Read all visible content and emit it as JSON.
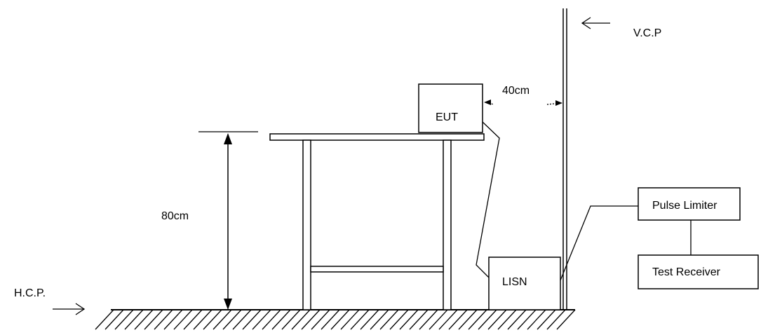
{
  "labels": {
    "vcp": "V.C.P",
    "hcp": "H.C.P.",
    "eut": "EUT",
    "lisn": "LISN",
    "pulse_limiter": "Pulse Limiter",
    "test_receiver": "Test Receiver",
    "height": "80cm",
    "distance": "40cm"
  }
}
